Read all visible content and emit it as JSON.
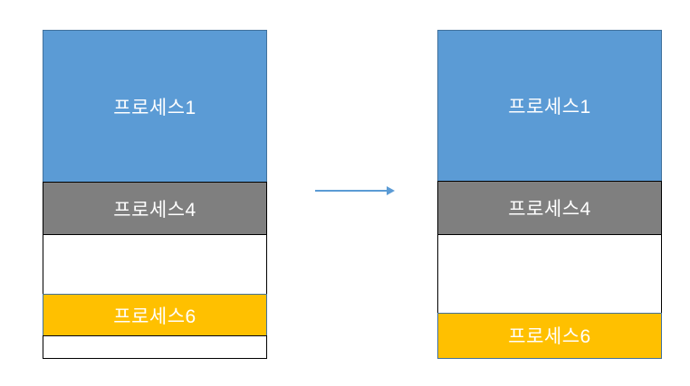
{
  "diagram": {
    "type": "memory-compaction",
    "arrow_color": "#5b9bd5",
    "text_color": "#ffffff",
    "palette": {
      "process1_fill": "#5b9bd5",
      "process4_fill": "#7f7f7f",
      "process6_fill": "#ffc000",
      "free_fill": "#ffffff",
      "colored_block_stroke": "#41719c",
      "free_block_stroke": "#000000"
    },
    "before": {
      "blocks": [
        {
          "label": "프로세스1",
          "fill": "#5b9bd5",
          "stroke": "#41719c"
        },
        {
          "label": "프로세스4",
          "fill": "#7f7f7f",
          "stroke": "#000000"
        },
        {
          "label": "",
          "fill": "#ffffff",
          "stroke": "#000000"
        },
        {
          "label": "프로세스6",
          "fill": "#ffc000",
          "stroke": "#41719c"
        },
        {
          "label": "",
          "fill": "#ffffff",
          "stroke": "#000000"
        }
      ]
    },
    "after": {
      "blocks": [
        {
          "label": "프로세스1",
          "fill": "#5b9bd5",
          "stroke": "#41719c"
        },
        {
          "label": "프로세스4",
          "fill": "#7f7f7f",
          "stroke": "#000000"
        },
        {
          "label": "",
          "fill": "#ffffff",
          "stroke": "#000000"
        },
        {
          "label": "프로세스6",
          "fill": "#ffc000",
          "stroke": "#41719c"
        }
      ]
    }
  }
}
